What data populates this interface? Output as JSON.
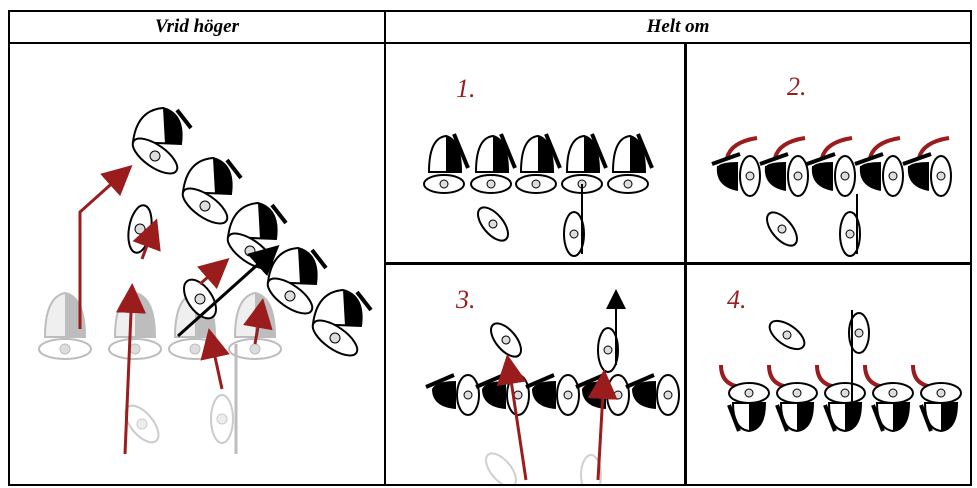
{
  "table": {
    "header_left": "Vrid höger",
    "header_right": "Helt om"
  },
  "steps": [
    {
      "label": "1."
    },
    {
      "label": "2."
    },
    {
      "label": "3."
    },
    {
      "label": "4."
    }
  ],
  "colors": {
    "arrow_red": "#9b1c1c",
    "ink": "#000000",
    "faded": "#bdbdbd"
  },
  "icons": {
    "figure": "soldier-helmet-top-view-icon",
    "arrow": "movement-arrow-icon"
  }
}
